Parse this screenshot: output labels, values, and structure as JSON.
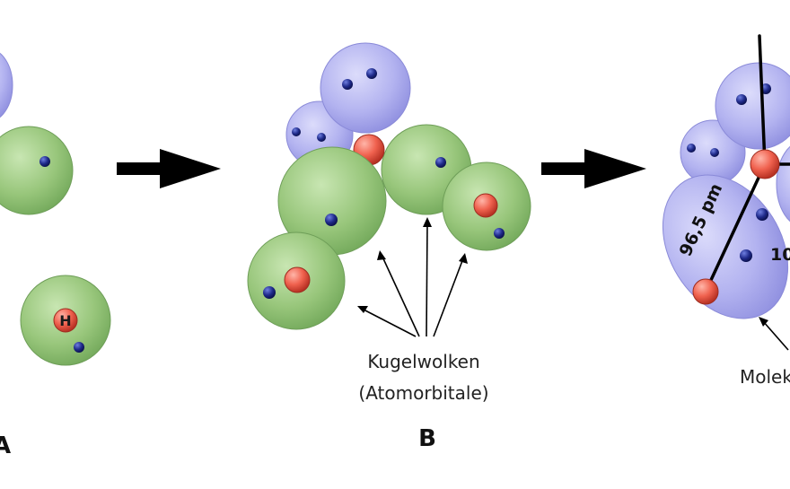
{
  "panels": {
    "a": {
      "label": "A",
      "hydrogen_symbol": "H"
    },
    "b": {
      "label": "B",
      "caption_line1": "Kugelwolken",
      "caption_line2": "(Atomorbitale)"
    },
    "c": {
      "bond_length": "96,5 pm",
      "angle_partial": "10",
      "caption_partial": "Molek"
    }
  },
  "colors": {
    "green_cloud": "#8fc271",
    "blue_cloud": "#a9a9ee",
    "nucleus": "#e85a4f",
    "electron": "#1f2a8a",
    "arrow": "#000000"
  },
  "icons": [
    "right-arrow-icon",
    "right-arrow-icon"
  ]
}
